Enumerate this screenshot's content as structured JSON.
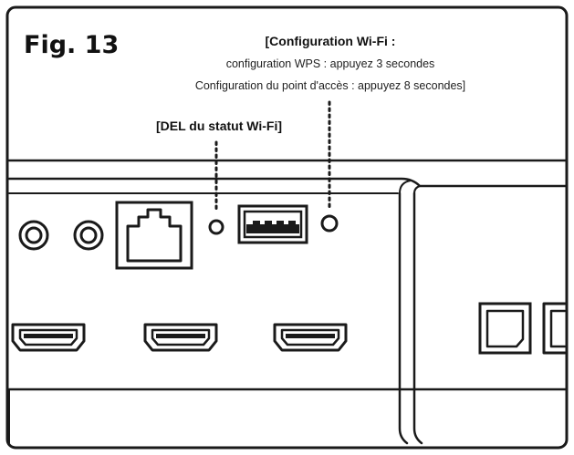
{
  "figure": {
    "label": "Fig. 13"
  },
  "callouts": {
    "wifi_config": {
      "heading": "[Configuration Wi-Fi :",
      "line1": "configuration WPS : appuyez 3 secondes",
      "line2": "Configuration du point d'accès : appuyez 8 secondes]"
    },
    "wifi_led": {
      "heading": "[DEL du statut Wi-Fi]"
    }
  },
  "icons": {
    "audio_jacks": "round-jack-icon",
    "ethernet": "ethernet-port-icon",
    "led": "status-led-icon",
    "usb": "usb-port-icon",
    "button": "wifi-config-button-icon",
    "hdmi": "hdmi-port-icon",
    "optical": "optical-port-icon"
  },
  "colors": {
    "line": "#1a1a1a",
    "background": "#ffffff"
  }
}
